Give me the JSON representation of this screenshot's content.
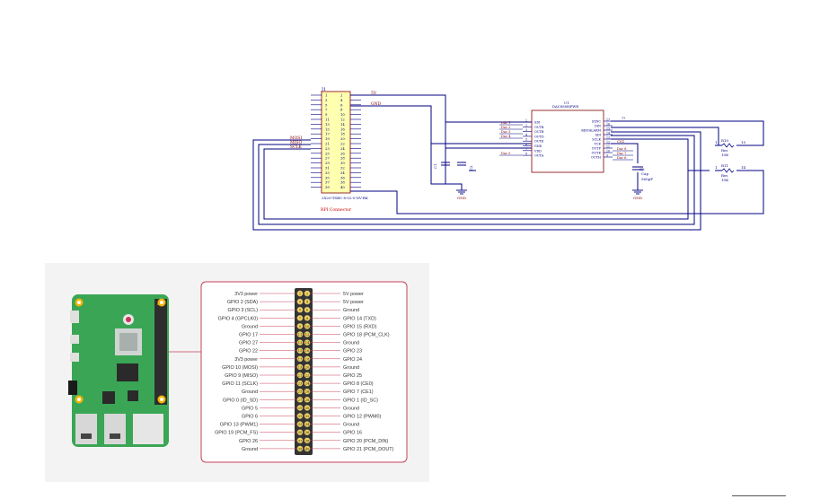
{
  "schematic": {
    "connector": {
      "ref": "J1",
      "part": "2X20-TSBC-8-02-0-DV-RK",
      "label": "RPI Connector",
      "pin_numbers": [
        [
          "1",
          "2"
        ],
        [
          "3",
          "4"
        ],
        [
          "5",
          "6"
        ],
        [
          "7",
          "8"
        ],
        [
          "9",
          "10"
        ],
        [
          "11",
          "12"
        ],
        [
          "13",
          "14"
        ],
        [
          "15",
          "16"
        ],
        [
          "17",
          "18"
        ],
        [
          "19",
          "20"
        ],
        [
          "21",
          "22"
        ],
        [
          "23",
          "24"
        ],
        [
          "25",
          "26"
        ],
        [
          "27",
          "28"
        ],
        [
          "29",
          "30"
        ],
        [
          "31",
          "32"
        ],
        [
          "33",
          "34"
        ],
        [
          "35",
          "36"
        ],
        [
          "37",
          "38"
        ],
        [
          "39",
          "40"
        ]
      ]
    },
    "nets": {
      "v5": "5V",
      "gnd": "GND",
      "mosi": "MOSI",
      "miso": "MISO",
      "sclk": "SCLK",
      "gnd1": "GND",
      "gnd2": "GND"
    },
    "ic": {
      "ref": "U1",
      "part": "DAC8568IPWR",
      "left_pins": [
        "SDI",
        "OUTB",
        "OUTB",
        "OUTD",
        "OUTE",
        "GND",
        "VDD",
        "OUTA"
      ],
      "left_nums": [
        "1",
        "2",
        "3",
        "4",
        "5",
        "6",
        "7",
        "8"
      ],
      "right_pins": [
        "SYNC",
        "DIN",
        "REF/ALARM",
        "SDI",
        "SCLK",
        "TCE",
        "OUTF",
        "OUTE",
        "OUTH"
      ],
      "right_nums": [
        "17",
        "16",
        "15",
        "14",
        "13",
        "12",
        "11",
        "10",
        "9"
      ],
      "dac_labels_left": [
        "Dac 1",
        "Dac 3",
        "Dac 2",
        "Dac 4",
        "Dac 5"
      ],
      "dac_labels_right": [
        "Dac 8",
        "Dac 7",
        "Dac 6"
      ],
      "cs_label": "CS1",
      "q_label": "??"
    },
    "caps": {
      "c1": "C1",
      "c2": "C2",
      "cap_ref": "C3",
      "cap_name": "Cap",
      "cap_value": "560pF"
    },
    "resistors": [
      {
        "ref": "R10",
        "name": "Res",
        "value": "10K",
        "pin_left": "1",
        "pin_right": "15"
      },
      {
        "ref": "R11",
        "name": "Res",
        "value": "10K",
        "pin_left": "1",
        "pin_right": "14"
      }
    ]
  },
  "pinout": {
    "left": [
      "3V3 power",
      "GPIO 2 (SDA)",
      "GPIO 3 (SCL)",
      "GPIO 4 (GPCLK0)",
      "Ground",
      "GPIO 17",
      "GPIO 27",
      "GPIO 22",
      "3V3 power",
      "GPIO 10 (MOSI)",
      "GPIO 9 (MISO)",
      "GPIO 11 (SCLK)",
      "Ground",
      "GPIO 0 (ID_SD)",
      "GPIO 5",
      "GPIO 6",
      "GPIO 13 (PWM1)",
      "GPIO 19 (PCM_FS)",
      "GPIO 26",
      "Ground"
    ],
    "right": [
      "5V power",
      "5V power",
      "Ground",
      "GPIO 14 (TXD)",
      "GPIO 15 (RXD)",
      "GPIO 18 (PCM_CLK)",
      "Ground",
      "GPIO 23",
      "GPIO 24",
      "Ground",
      "GPIO 25",
      "GPIO 8 (CE0)",
      "GPIO 7 (CE1)",
      "GPIO 1 (ID_SC)",
      "Ground",
      "GPIO 12 (PWM0)",
      "Ground",
      "GPIO 16",
      "GPIO 20 (PCM_DIN)",
      "GPIO 21 (PCM_DOUT)"
    ],
    "odd_pins": [
      "1",
      "3",
      "5",
      "7",
      "9",
      "11",
      "13",
      "15",
      "17",
      "19",
      "21",
      "23",
      "25",
      "27",
      "29",
      "31",
      "33",
      "35",
      "37",
      "39"
    ],
    "even_pins": [
      "2",
      "4",
      "6",
      "8",
      "10",
      "12",
      "14",
      "16",
      "18",
      "20",
      "22",
      "24",
      "26",
      "28",
      "30",
      "32",
      "34",
      "36",
      "38",
      "40"
    ]
  },
  "colors": {
    "wire": "#000080",
    "net_label": "#800000",
    "part_label": "#cc0000",
    "connector_fill": "#ffffb0",
    "ic_fill": "#ffffff",
    "pinout_border": "#c8415a",
    "board_green": "#3aa655",
    "pin_dot": "#f4b400"
  }
}
